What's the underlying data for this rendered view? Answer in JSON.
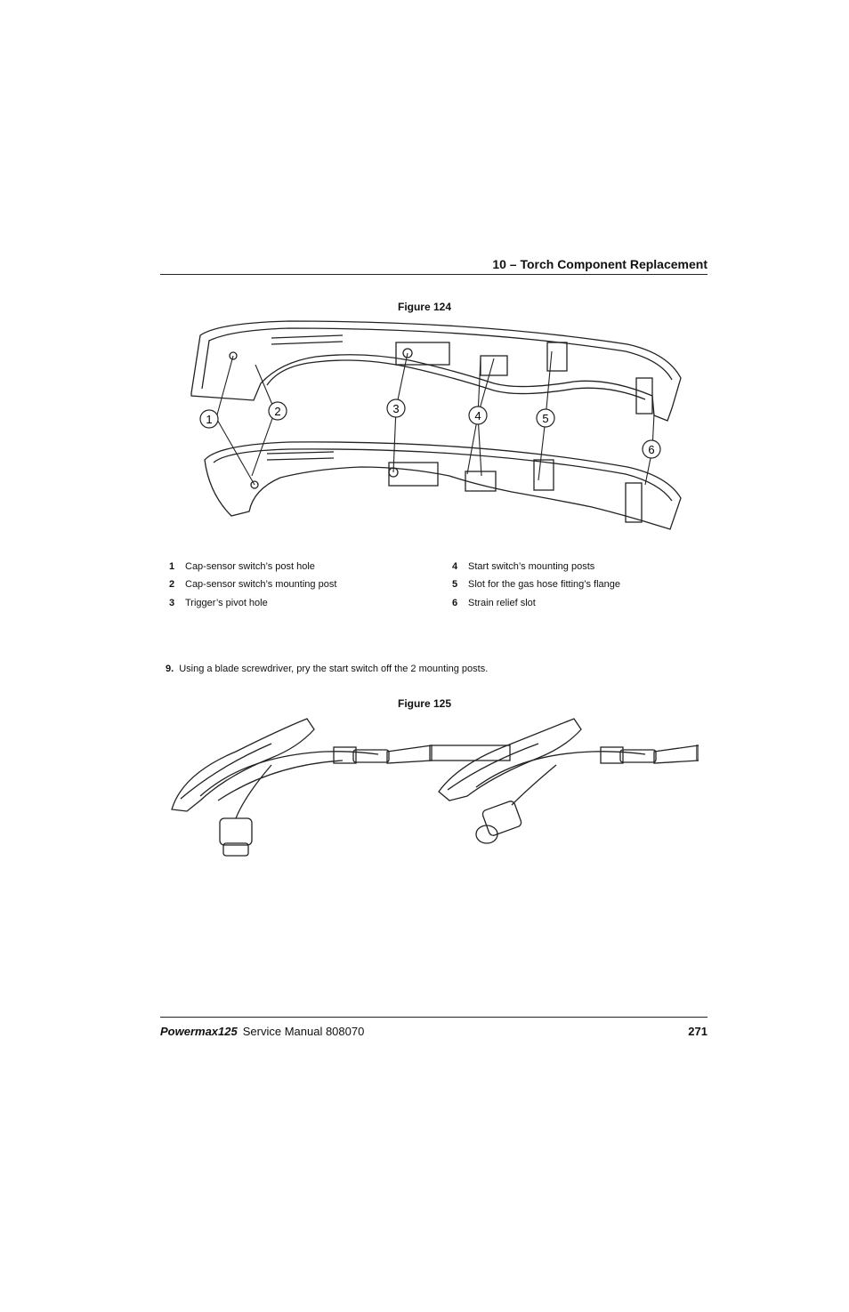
{
  "header": {
    "chapter": "10  –  Torch Component Replacement"
  },
  "figure124": {
    "caption": "Figure 124",
    "callouts": [
      "1",
      "2",
      "3",
      "4",
      "5",
      "6"
    ],
    "legend": [
      {
        "num": "1",
        "text": "Cap-sensor switch’s post hole"
      },
      {
        "num": "2",
        "text": "Cap-sensor switch’s mounting post"
      },
      {
        "num": "3",
        "text": "Trigger’s pivot hole"
      },
      {
        "num": "4",
        "text": "Start switch’s mounting posts"
      },
      {
        "num": "5",
        "text": "Slot for the gas hose fitting’s flange"
      },
      {
        "num": "6",
        "text": "Strain relief slot"
      }
    ]
  },
  "step": {
    "num": "9.",
    "text": "Using a blade screwdriver, pry the start switch off the 2 mounting posts."
  },
  "figure125": {
    "caption": "Figure 125"
  },
  "footer": {
    "brand": "Powermax125",
    "manual": "Service Manual  808070",
    "page": "271"
  }
}
